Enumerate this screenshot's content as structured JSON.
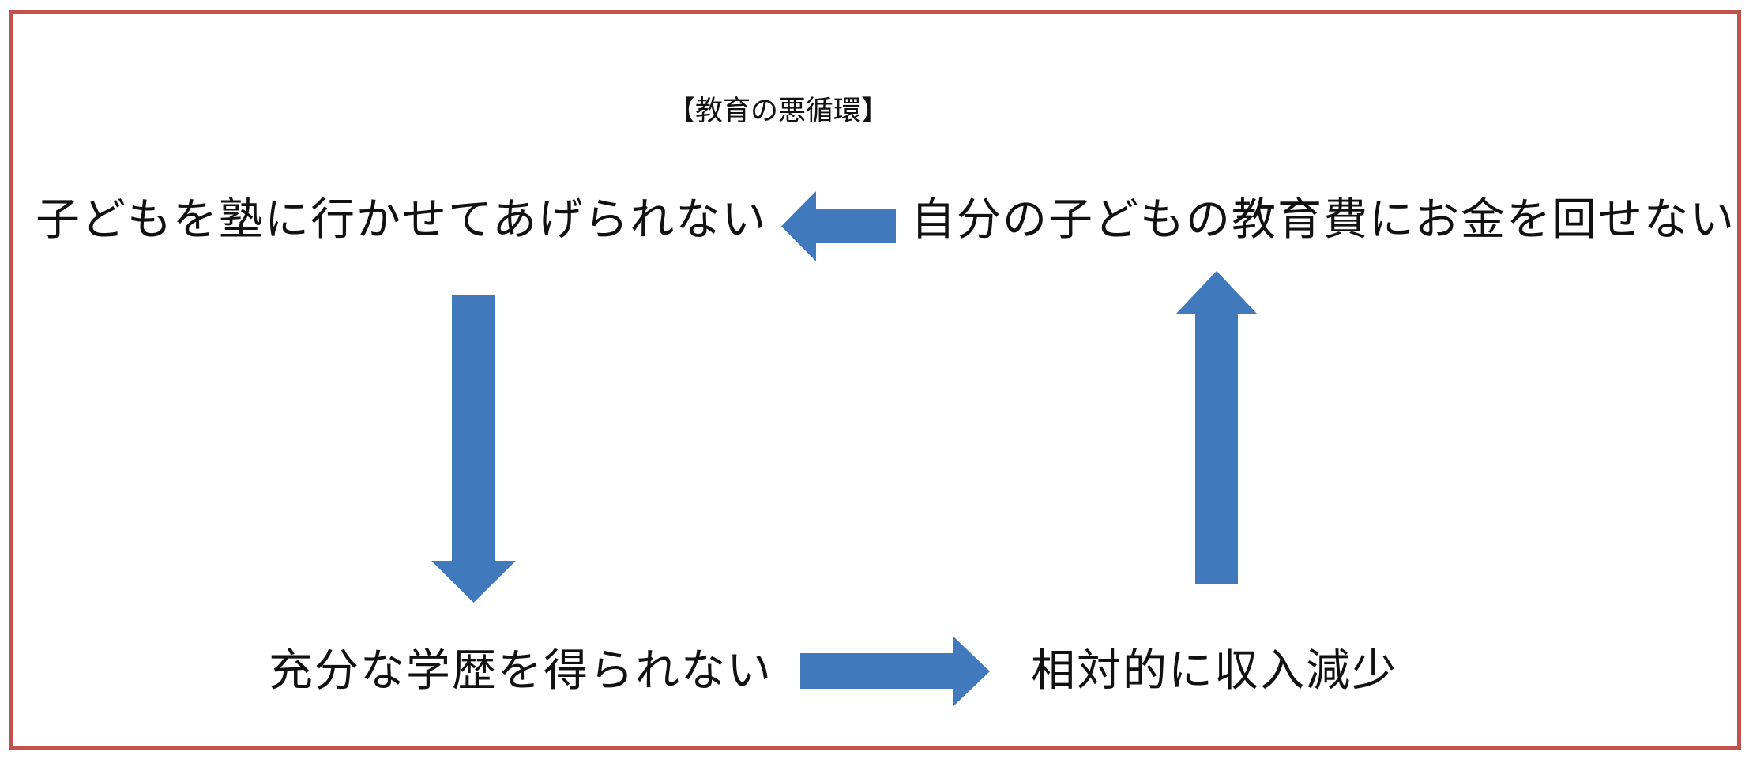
{
  "title": "【教育の悪循環】",
  "diagram": {
    "nodes": [
      {
        "id": "cannot-send-kids-to-cram-school",
        "label": "子どもを塾に行かせてあげられない",
        "position": "top-left"
      },
      {
        "id": "cannot-spend-money-on-education",
        "label": "自分の子どもの教育費にお金を回せない",
        "position": "top-right"
      },
      {
        "id": "cannot-get-sufficient-education",
        "label": "充分な学歴を得られない",
        "position": "bottom-left"
      },
      {
        "id": "relative-income-decrease",
        "label": "相対的に収入減少",
        "position": "bottom-right"
      }
    ],
    "arrows": [
      {
        "id": "arrow-left",
        "direction": "left",
        "from": "自分の子どもの教育費にお金を回せない",
        "to": "子どもを塾に行かせてあげられない"
      },
      {
        "id": "arrow-down",
        "direction": "down",
        "from": "子どもを塾に行かせてあげられない",
        "to": "充分な学歴を得られない"
      },
      {
        "id": "arrow-right",
        "direction": "right",
        "from": "充分な学歴を得られない",
        "to": "相対的に収入減少"
      },
      {
        "id": "arrow-up",
        "direction": "up",
        "from": "相対的に収入減少",
        "to": "自分の子どもの教育費にお金を回せない"
      }
    ]
  },
  "colors": {
    "arrow_blue": "#4179BD",
    "border_red": "#C0534E",
    "page_bg": "#FFFFFF",
    "text_color": "#111111"
  }
}
